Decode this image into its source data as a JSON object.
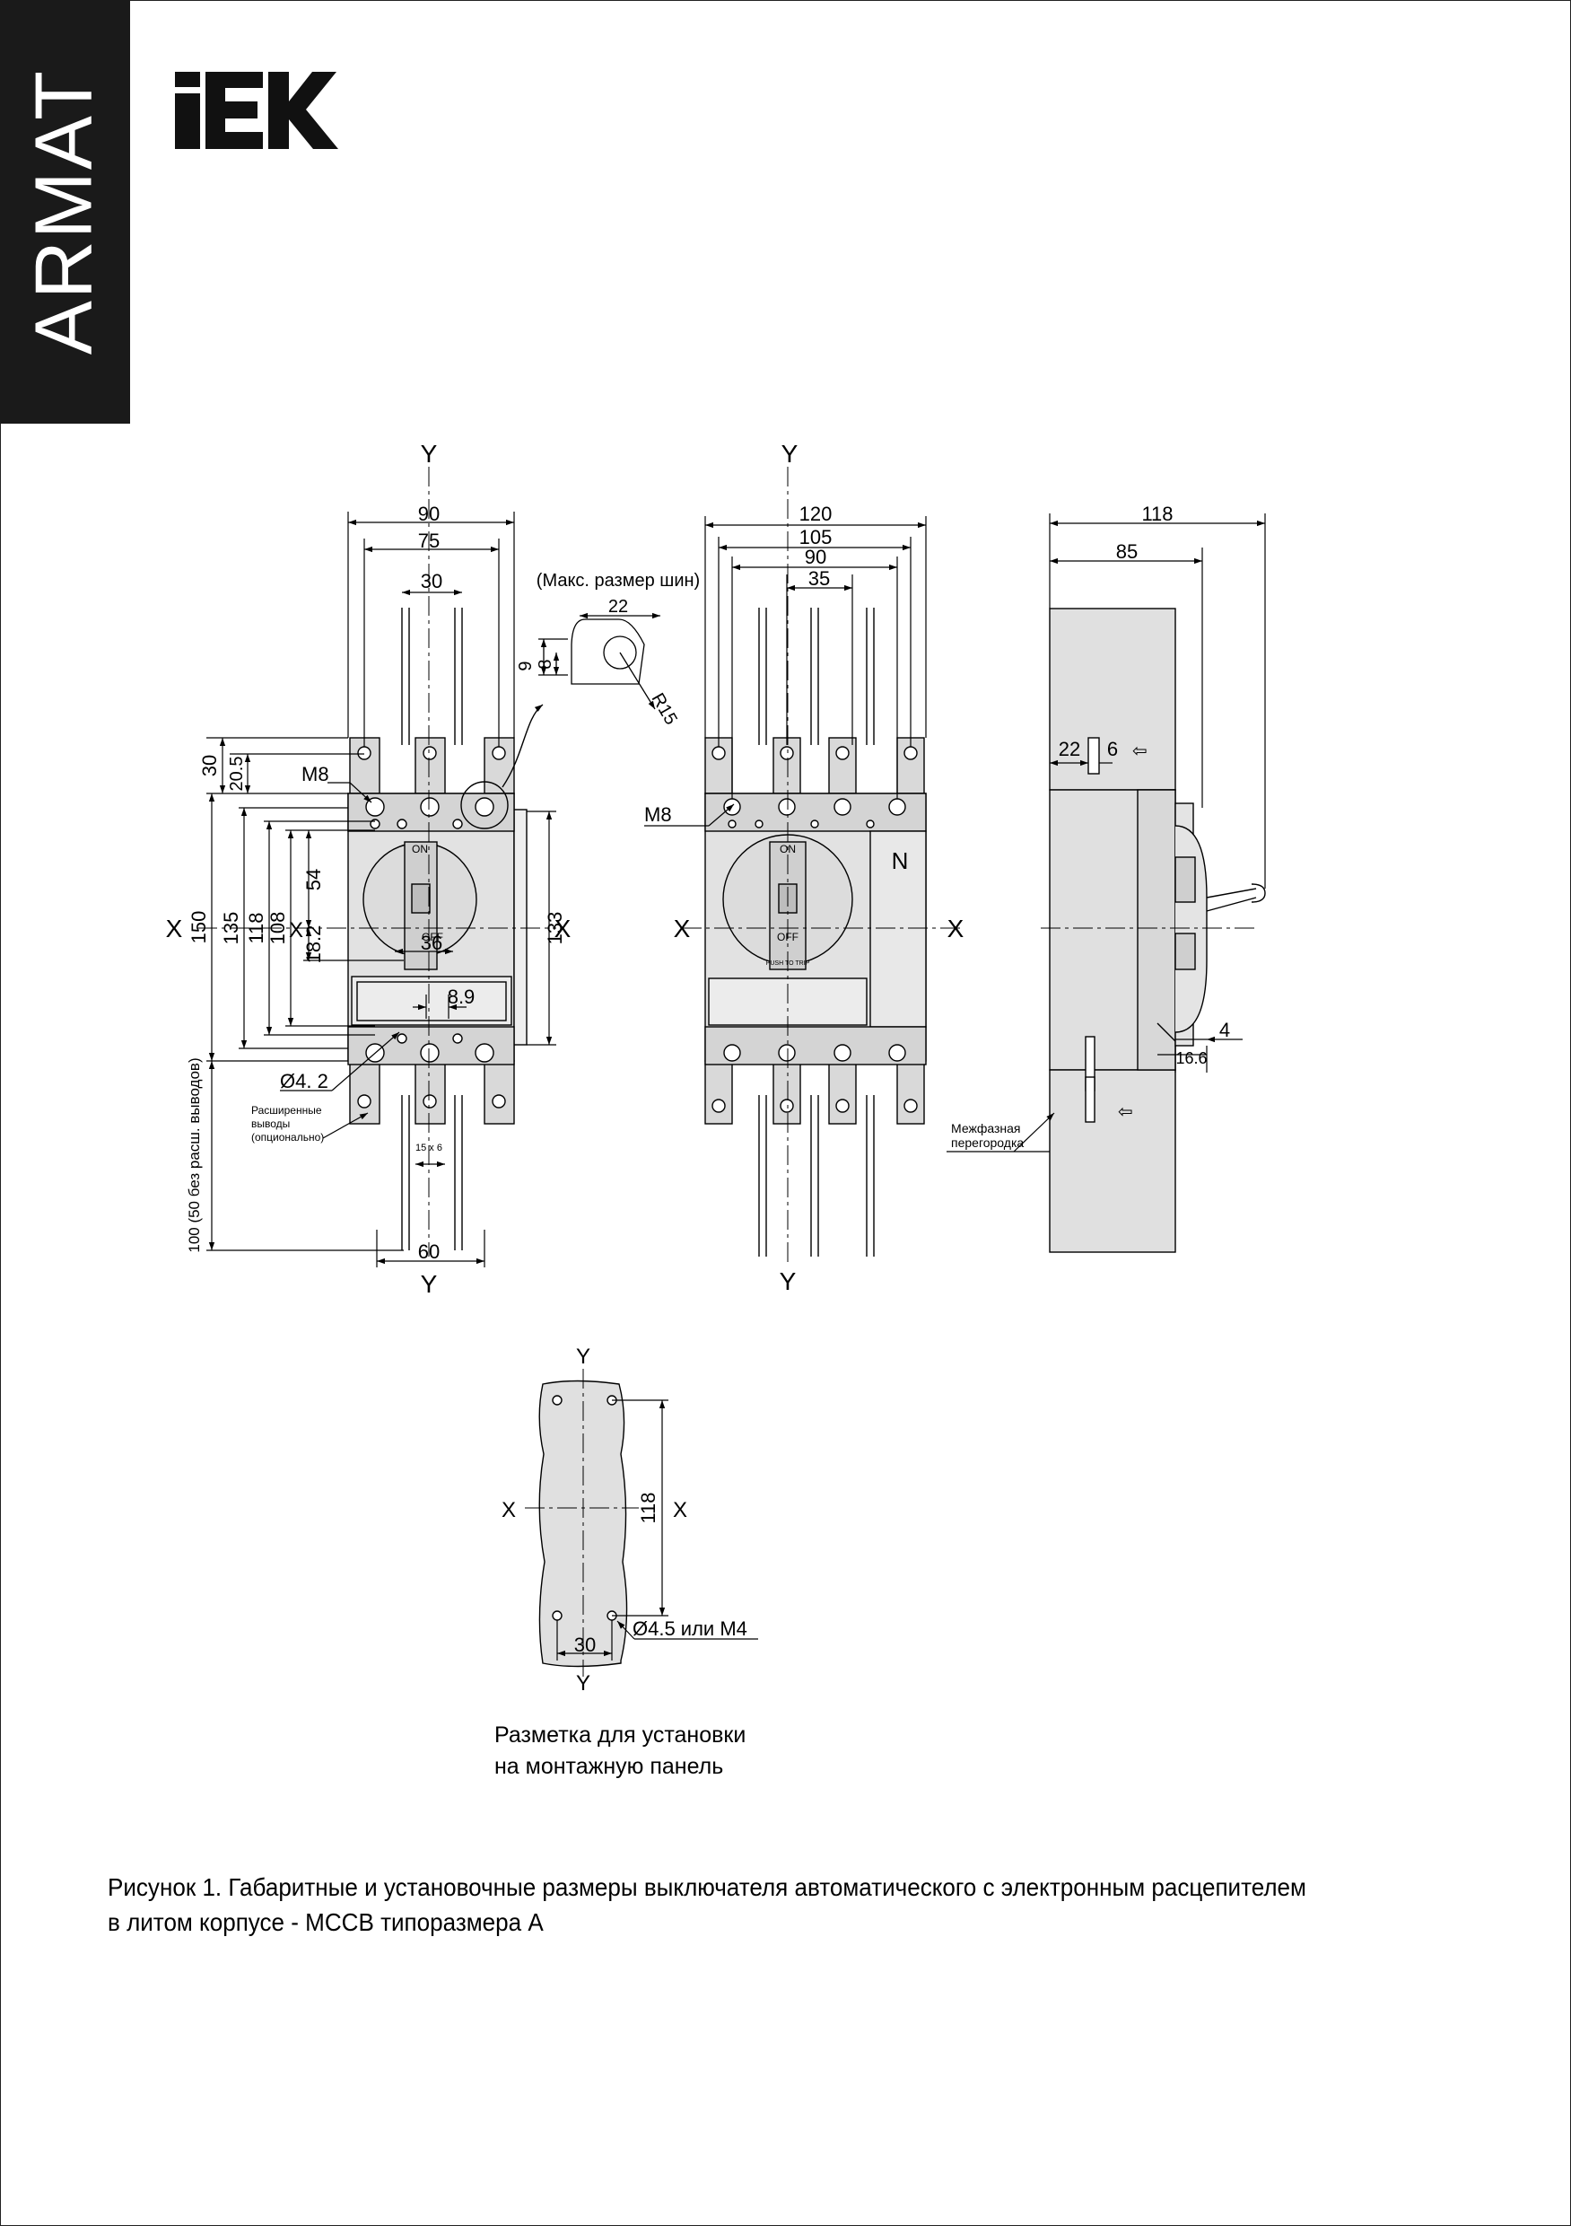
{
  "brand": {
    "vertical_text": "ARMAT",
    "logo_text": "IEK"
  },
  "labels": {
    "y_axis": "Y",
    "x_axis": "X",
    "busbar_title": "(Макс. размер шин)",
    "m8": "M8",
    "n_pole": "N",
    "on": "ON",
    "off": "OFF",
    "push_to_trip": "PUSH TO TRIP",
    "hole_dia": "Ø4. 2",
    "extended_terminals": [
      "Расширенные",
      "выводы",
      "(опционально)"
    ],
    "partition": [
      "Межфазная",
      "перегородка"
    ],
    "extension_length": "100 (50 без расш. выводов)",
    "slot": "15 x 6",
    "mount_hole": "Ø4.5 или М4",
    "arrow_glyph": "⇦"
  },
  "dimensions": {
    "front3p": {
      "w90": "90",
      "w75": "75",
      "w30": "30",
      "h30": "30",
      "h20_5": "20.5",
      "h150": "150",
      "h135": "135",
      "h118": "118",
      "h108": "108",
      "h54": "54",
      "h18_2": "18.2",
      "w36": "36",
      "w8_9": "8.9",
      "h133": "133",
      "w60": "60"
    },
    "front4p": {
      "w120": "120",
      "w105": "105",
      "w90": "90",
      "w35": "35"
    },
    "side": {
      "d118": "118",
      "d85": "85",
      "d22": "22",
      "d6": "6",
      "d4": "4",
      "d16_6": "16.6"
    },
    "busbar": {
      "w22": "22",
      "h9": "9",
      "h8": "8",
      "r15": "R15"
    },
    "mount": {
      "h118": "118",
      "w30": "30"
    }
  },
  "mounting_caption": [
    "Разметка для установки",
    "на монтажную панель"
  ],
  "figure_caption": [
    "Рисунок 1. Габаритные и установочные размеры выключателя автоматического с электронным расцепителем",
    "в литом корпусе - MCCB типоразмера А"
  ]
}
